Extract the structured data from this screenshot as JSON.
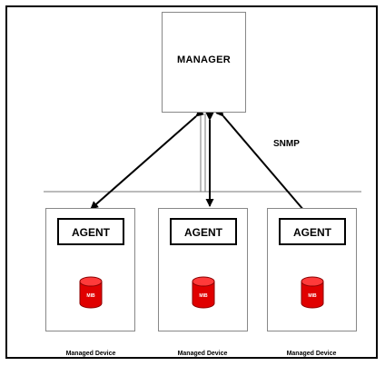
{
  "manager": {
    "label": "MANAGER"
  },
  "protocol": {
    "label": "SNMP"
  },
  "devices": [
    {
      "agent_label": "AGENT",
      "mib_label": "MIB",
      "device_label": "Managed Device"
    },
    {
      "agent_label": "AGENT",
      "mib_label": "MIB",
      "device_label": "Managed Device"
    },
    {
      "agent_label": "AGENT",
      "mib_label": "MIB",
      "device_label": "Managed Device"
    }
  ],
  "colors": {
    "mib": "#e00000",
    "line": "#000000"
  },
  "icons": {
    "database": "database-icon",
    "arrow": "double-arrow"
  }
}
